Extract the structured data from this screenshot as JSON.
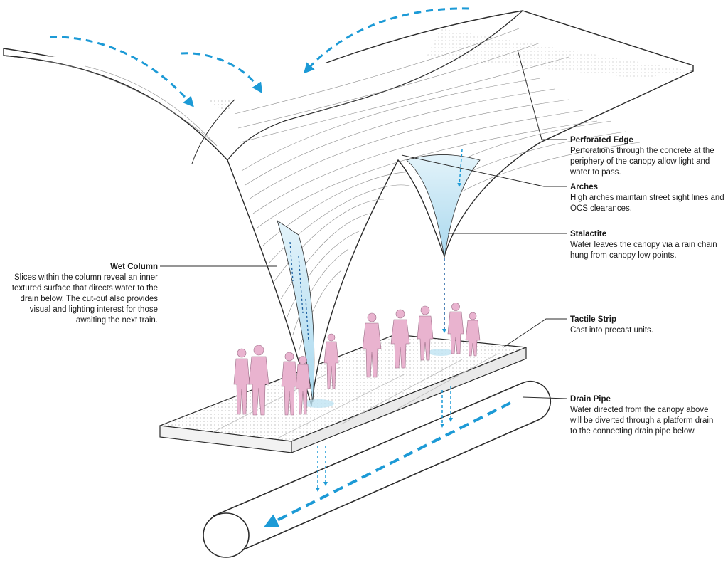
{
  "colors": {
    "line": "#2b2b2b",
    "hatch": "#8a8a8a",
    "water_arrow": "#1c9ad6",
    "water_fill": "#bfe3f3",
    "figure_fill": "#e9b3cf",
    "background": "#ffffff"
  },
  "callouts": [
    {
      "id": "perforated-edge",
      "title": "Perforated Edge",
      "lines": [
        "Perforations through the concrete at the",
        "periphery of the canopy allow light and",
        "water to pass."
      ]
    },
    {
      "id": "arches",
      "title": "Arches",
      "lines": [
        "High arches maintain street sight lines and",
        "OCS clearances."
      ]
    },
    {
      "id": "stalactite",
      "title": "Stalactite",
      "lines": [
        "Water leaves the canopy via a rain chain",
        "hung from canopy low points."
      ]
    },
    {
      "id": "wet-column",
      "title": "Wet Column",
      "lines": [
        "Slices within the column reveal an inner",
        "textured surface that directs water to the",
        "drain below.  The cut-out also provides",
        "visual and lighting interest for those",
        "awaiting the next train."
      ]
    },
    {
      "id": "tactile-strip",
      "title": "Tactile Strip",
      "lines": [
        "Cast into precast units."
      ]
    },
    {
      "id": "drain-pipe",
      "title": "Drain Pipe",
      "lines": [
        "Water directed from the canopy above",
        "will be diverted through a platform drain",
        "to the connecting drain pipe below."
      ]
    }
  ]
}
